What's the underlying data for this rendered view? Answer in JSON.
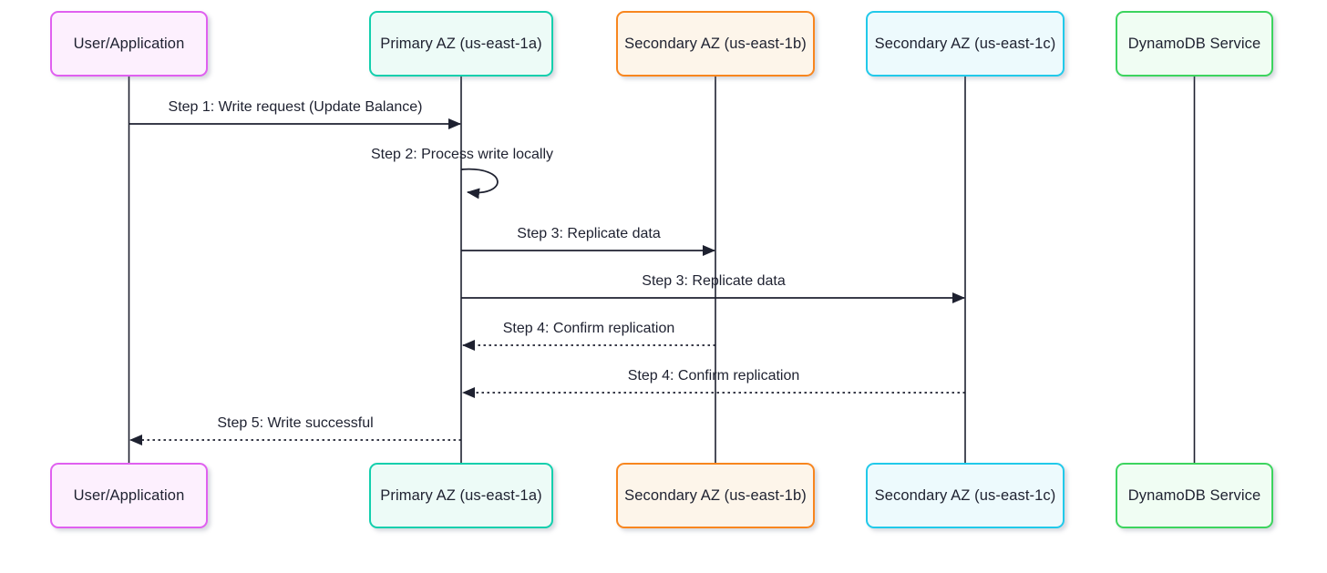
{
  "diagram_type": "sequence-diagram",
  "colors": {
    "background": "#ffffff",
    "line": "#1e2130",
    "text": "#1e2130"
  },
  "actors": [
    {
      "label": "User/Application",
      "border": "#e060f0",
      "fill": "#fdf0fe"
    },
    {
      "label": "Primary AZ (us-east-1a)",
      "border": "#13cfad",
      "fill": "#edfbf7"
    },
    {
      "label": "Secondary AZ (us-east-1b)",
      "border": "#f8861f",
      "fill": "#fdf5ea"
    },
    {
      "label": "Secondary AZ (us-east-1c)",
      "border": "#21c9ea",
      "fill": "#edfafd"
    },
    {
      "label": "DynamoDB Service",
      "border": "#3cd45e",
      "fill": "#f0fdf3"
    }
  ],
  "messages": [
    {
      "label": "Step 1: Write request (Update Balance)",
      "from": "User/Application",
      "to": "Primary AZ (us-east-1a)",
      "line": "solid",
      "arrow": "filled"
    },
    {
      "label": "Step 2: Process write locally",
      "from": "Primary AZ (us-east-1a)",
      "to": "Primary AZ (us-east-1a)",
      "line": "self-loop",
      "arrow": "filled"
    },
    {
      "label": "Step 3: Replicate data",
      "from": "Primary AZ (us-east-1a)",
      "to": "Secondary AZ (us-east-1b)",
      "line": "solid",
      "arrow": "filled"
    },
    {
      "label": "Step 3: Replicate data",
      "from": "Primary AZ (us-east-1a)",
      "to": "Secondary AZ (us-east-1c)",
      "line": "solid",
      "arrow": "filled"
    },
    {
      "label": "Step 4: Confirm replication",
      "from": "Secondary AZ (us-east-1b)",
      "to": "Primary AZ (us-east-1a)",
      "line": "dotted",
      "arrow": "filled"
    },
    {
      "label": "Step 4: Confirm replication",
      "from": "Secondary AZ (us-east-1c)",
      "to": "Primary AZ (us-east-1a)",
      "line": "dotted",
      "arrow": "filled"
    },
    {
      "label": "Step 5: Write successful",
      "from": "Primary AZ (us-east-1a)",
      "to": "User/Application",
      "line": "dotted",
      "arrow": "filled"
    }
  ]
}
